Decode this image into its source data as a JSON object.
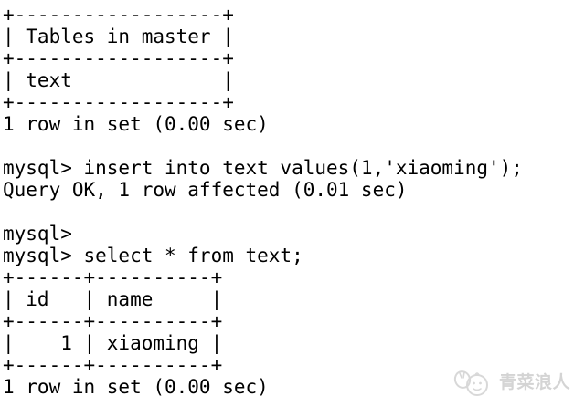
{
  "terminal": {
    "bg_color": "#ffffff",
    "text_color": "#000000",
    "lines": [
      "+------------------+",
      "| Tables_in_master |",
      "+------------------+",
      "| text             |",
      "+------------------+",
      "1 row in set (0.00 sec)",
      "",
      "mysql> insert into text values(1,'xiaoming');",
      "Query OK, 1 row affected (0.01 sec)",
      "",
      "mysql>",
      "mysql> select * from text;",
      "+------+----------+",
      "| id   | name     |",
      "+------+----------+",
      "|    1 | xiaoming |",
      "+------+----------+",
      "1 row in set (0.00 sec)"
    ]
  },
  "watermark": {
    "text": "青菜浪人",
    "color": "#d4d4d4",
    "icon": "cabbage-mascot-icon"
  }
}
